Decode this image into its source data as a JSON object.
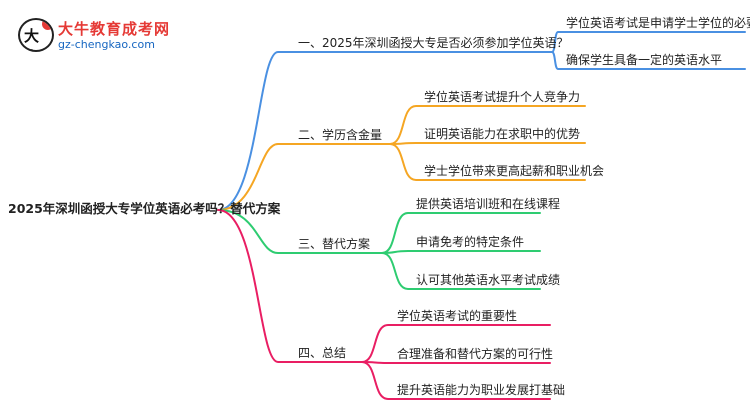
{
  "logo": {
    "title": "大牛教育成考网",
    "url": "gz-chengkao.com",
    "mark_text": "大牛"
  },
  "root": {
    "text": "2025年深圳函授大专学位英语必考吗？替代方案"
  },
  "branches": [
    {
      "text": "一、2025年深圳函授大专是否必须参加学位英语？",
      "color": "#4a90e2",
      "children": [
        {
          "text": "学位英语考试是申请学士学位的必要条件"
        },
        {
          "text": "确保学生具备一定的英语水平"
        }
      ]
    },
    {
      "text": "二、学历含金量",
      "color": "#f5a623",
      "children": [
        {
          "text": "学位英语考试提升个人竞争力"
        },
        {
          "text": "证明英语能力在求职中的优势"
        },
        {
          "text": "学士学位带来更高起薪和职业机会"
        }
      ]
    },
    {
      "text": "三、替代方案",
      "color": "#2ecc71",
      "children": [
        {
          "text": "提供英语培训班和在线课程"
        },
        {
          "text": "申请免考的特定条件"
        },
        {
          "text": "认可其他英语水平考试成绩"
        }
      ]
    },
    {
      "text": "四、总结",
      "color": "#e91e63",
      "children": [
        {
          "text": "学位英语考试的重要性"
        },
        {
          "text": "合理准备和替代方案的可行性"
        },
        {
          "text": "提升英语能力为职业发展打基础"
        }
      ]
    }
  ]
}
